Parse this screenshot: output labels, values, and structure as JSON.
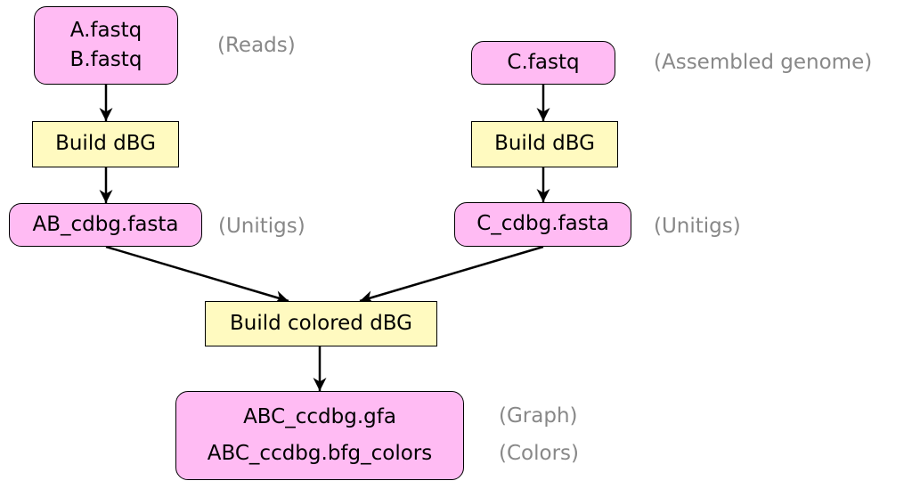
{
  "diagram": {
    "nodes": [
      {
        "id": "ab-fastq",
        "kind": "file",
        "lines": [
          "A.fastq",
          "B.fastq"
        ]
      },
      {
        "id": "c-fastq",
        "kind": "file",
        "lines": [
          "C.fastq"
        ]
      },
      {
        "id": "build-1",
        "kind": "process",
        "lines": [
          "Build dBG"
        ]
      },
      {
        "id": "build-2",
        "kind": "process",
        "lines": [
          "Build dBG"
        ]
      },
      {
        "id": "ab-cdbg",
        "kind": "file",
        "lines": [
          "AB_cdbg.fasta"
        ]
      },
      {
        "id": "c-cdbg",
        "kind": "file",
        "lines": [
          "C_cdbg.fasta"
        ]
      },
      {
        "id": "build-col",
        "kind": "process",
        "lines": [
          "Build colored dBG"
        ]
      },
      {
        "id": "output",
        "kind": "file",
        "lines": [
          "ABC_ccdbg.gfa",
          "ABC_ccdbg.bfg_colors"
        ]
      }
    ],
    "annotations": {
      "reads": "(Reads)",
      "assembled": "(Assembled genome)",
      "unitigs_left": "(Unitigs)",
      "unitigs_right": "(Unitigs)",
      "graph": "(Graph)",
      "colors": "(Colors)"
    },
    "edges": [
      {
        "from": "ab-fastq",
        "to": "build-1"
      },
      {
        "from": "c-fastq",
        "to": "build-2"
      },
      {
        "from": "build-1",
        "to": "ab-cdbg"
      },
      {
        "from": "build-2",
        "to": "c-cdbg"
      },
      {
        "from": "ab-cdbg",
        "to": "build-col"
      },
      {
        "from": "c-cdbg",
        "to": "build-col"
      },
      {
        "from": "build-col",
        "to": "output"
      }
    ],
    "colors": {
      "file_fill": "#ffbbf3",
      "process_fill": "#fffac0",
      "annotation_text": "#888888",
      "edge": "#000000"
    }
  }
}
